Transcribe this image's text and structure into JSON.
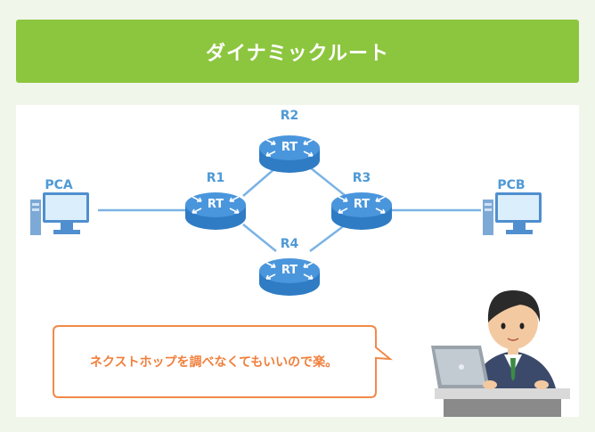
{
  "header": {
    "title": "ダイナミックルート"
  },
  "diagram": {
    "router_text": "RT",
    "routers": [
      {
        "id": "R1",
        "label": "R1"
      },
      {
        "id": "R2",
        "label": "R2"
      },
      {
        "id": "R3",
        "label": "R3"
      },
      {
        "id": "R4",
        "label": "R4"
      }
    ],
    "pcs": [
      {
        "id": "PCA",
        "label": "PCA"
      },
      {
        "id": "PCB",
        "label": "PCB"
      }
    ],
    "speech": "ネクストホップを調べなくてもいいので楽。"
  },
  "colors": {
    "banner": "#8cc63f",
    "router_body": "#4a96dd",
    "router_side": "#2f7cc4",
    "label_blue": "#4f9ad6",
    "link": "#7ab3e5",
    "speech_border": "#f08a4b",
    "speech_text": "#f07f3c"
  }
}
